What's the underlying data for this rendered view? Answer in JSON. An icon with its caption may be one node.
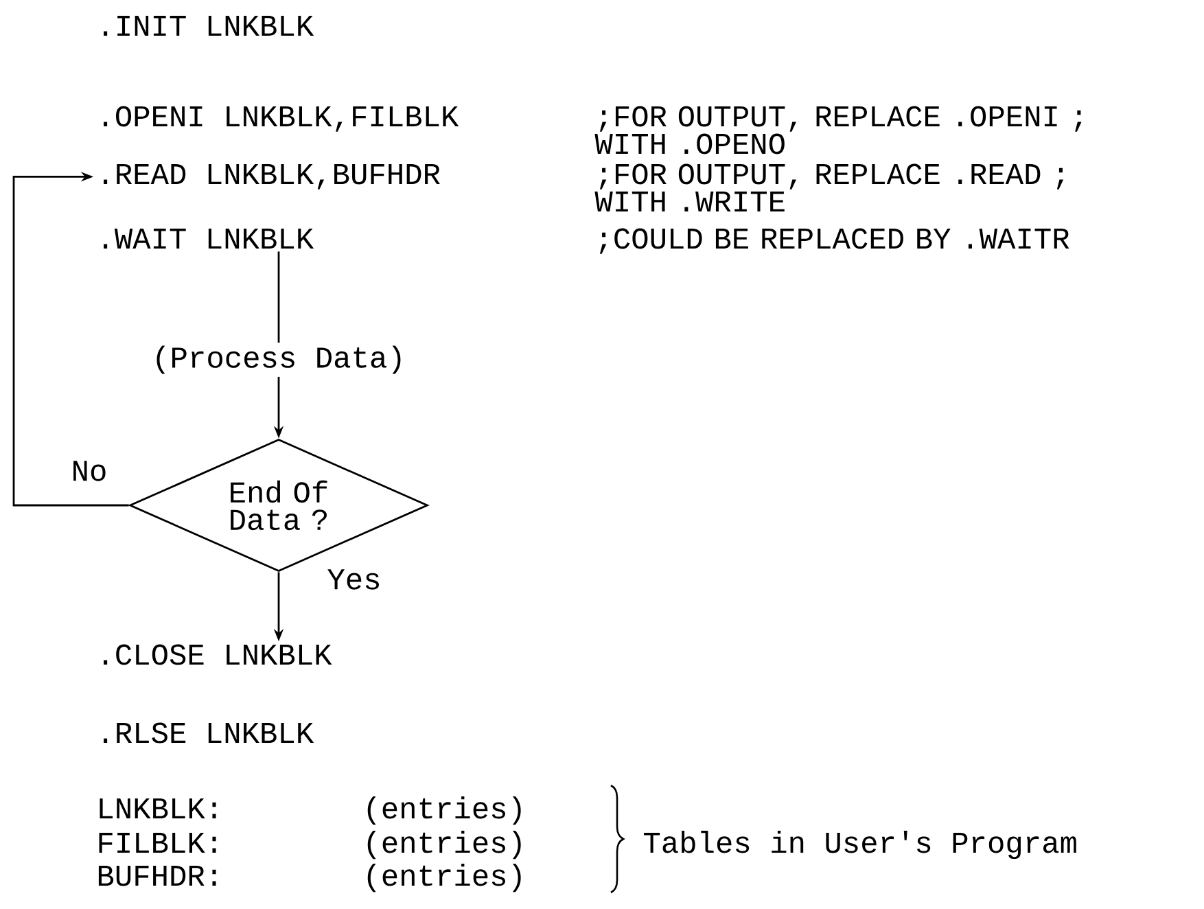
{
  "diagram": {
    "nodes": [
      {
        "text": [
          ".INIT LNKBLK"
        ]
      },
      {
        "text": [
          ".OPENI LNKBLK,FILBLK"
        ]
      },
      {
        "text": [
          ".READ LNKBLK,BUFHDR"
        ]
      },
      {
        "text": [
          ".WAIT LNKBLK"
        ]
      },
      {
        "text": [
          "(Process Data)"
        ]
      },
      {
        "text": [
          "End Of Data ?"
        ]
      },
      {
        "text": [
          ".CLOSE LNKBLK"
        ]
      },
      {
        "text": [
          ".RLSE LNKBLK"
        ]
      }
    ],
    "edges": [
      {
        "from": 3,
        "to": 4,
        "arrow": "none"
      },
      {
        "from": 4,
        "to": 5,
        "arrow": "to"
      },
      {
        "from": 5,
        "to": 2,
        "arrow": "to",
        "label": "No"
      },
      {
        "from": 5,
        "to": 6,
        "arrow": "to",
        "label": "Yes"
      }
    ],
    "labels": [
      ";FOR OUTPUT, REPLACE .OPENI ; WITH .OPENO",
      ";FOR OUTPUT, REPLACE .READ ; WITH .WRITE",
      ";COULD BE REPLACED BY .WAITR",
      "LNKBLK:",
      "(entries)",
      "FILBLK:",
      "(entries)",
      "BUFHDR:",
      "(entries)",
      "Tables in User's Program"
    ]
  }
}
